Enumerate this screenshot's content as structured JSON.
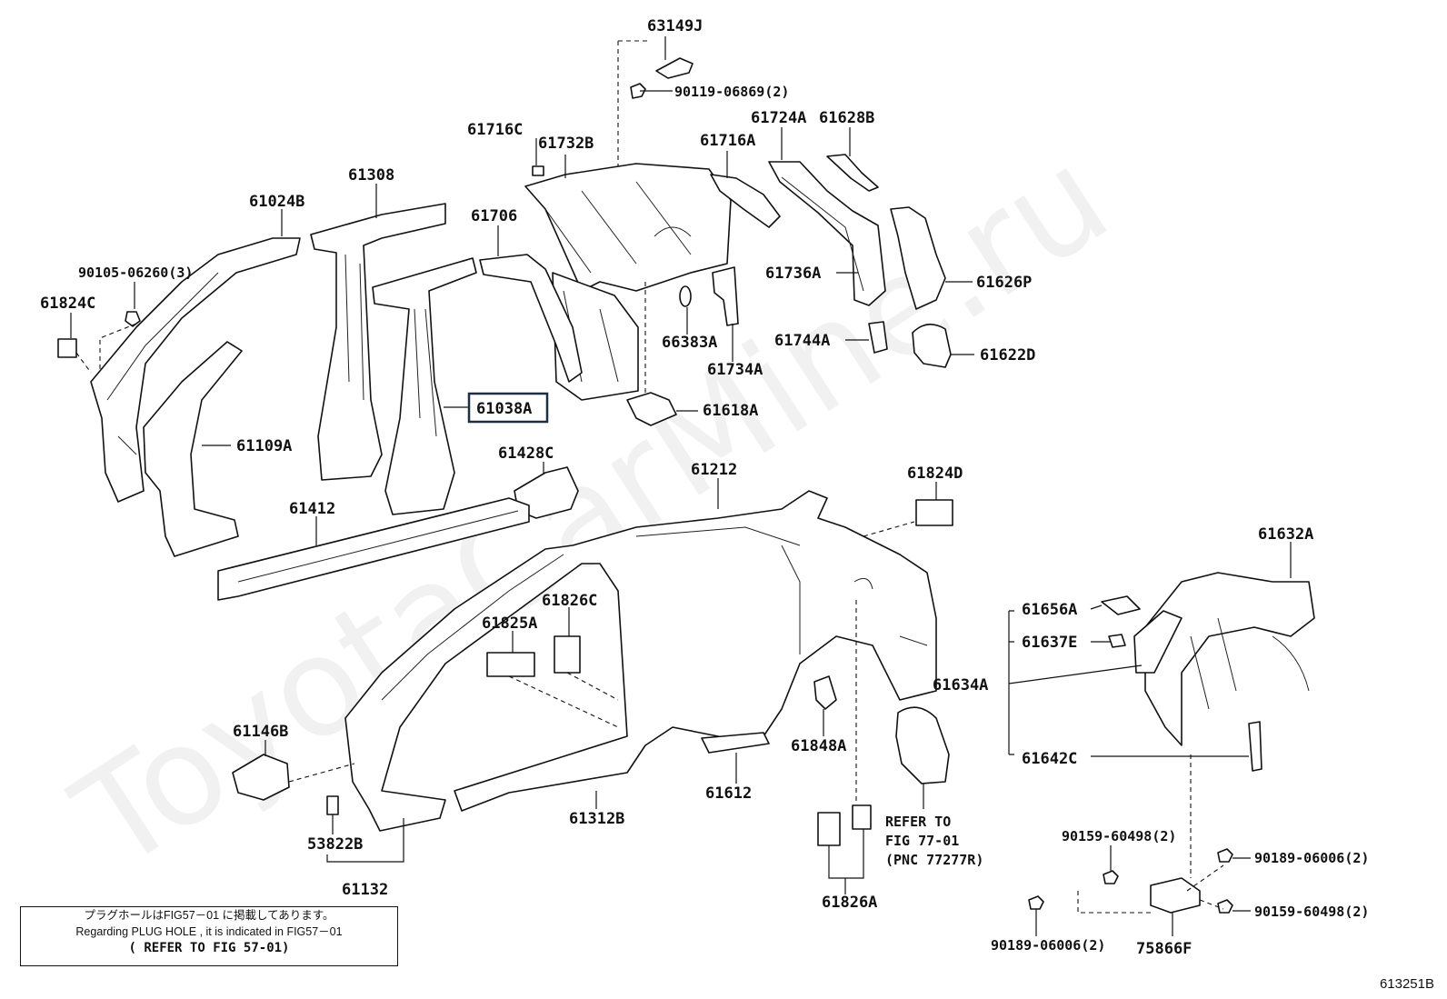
{
  "watermark": "ToyotaCarMine.ru",
  "highlighted_part": "61038A",
  "parts": {
    "p63149J": "63149J",
    "p90119_06869": "90119-06869(2)",
    "p61716C": "61716C",
    "p61732B": "61732B",
    "p61724A": "61724A",
    "p61628B": "61628B",
    "p61716A": "61716A",
    "p61308": "61308",
    "p61024B": "61024B",
    "p61706": "61706",
    "p90105_06260": "90105-06260(3)",
    "p61824C": "61824C",
    "p61736A": "61736A",
    "p61626P": "61626P",
    "p66383A": "66383A",
    "p61744A": "61744A",
    "p61622D": "61622D",
    "p61734A": "61734A",
    "p61038A": "61038A",
    "p61618A": "61618A",
    "p61109A": "61109A",
    "p61428C": "61428C",
    "p61212": "61212",
    "p61824D": "61824D",
    "p61412": "61412",
    "p61632A": "61632A",
    "p61826C": "61826C",
    "p61825A": "61825A",
    "p61656A": "61656A",
    "p61637E": "61637E",
    "p61634A": "61634A",
    "p61146B": "61146B",
    "p61848A": "61848A",
    "p61642C": "61642C",
    "p61612": "61612",
    "p61312B": "61312B",
    "p53822B": "53822B",
    "p61132": "61132",
    "p61826A": "61826A",
    "p90159_60498_a": "90159-60498(2)",
    "p90189_06006_a": "90189-06006(2)",
    "p90159_60498_b": "90159-60498(2)",
    "p90189_06006_b": "90189-06006(2)",
    "p75866F": "75866F"
  },
  "refer_note": {
    "line1": "REFER TO",
    "line2": "FIG 77-01",
    "line3": "(PNC 77277R)"
  },
  "plug_note": {
    "jp": "プラグホールはFIG57－01 に掲載してあります。",
    "en": "Regarding PLUG HOLE , it is indicated in FIG57－01",
    "ref": "( REFER TO FIG 57-01)"
  },
  "figure_id": "613251B"
}
